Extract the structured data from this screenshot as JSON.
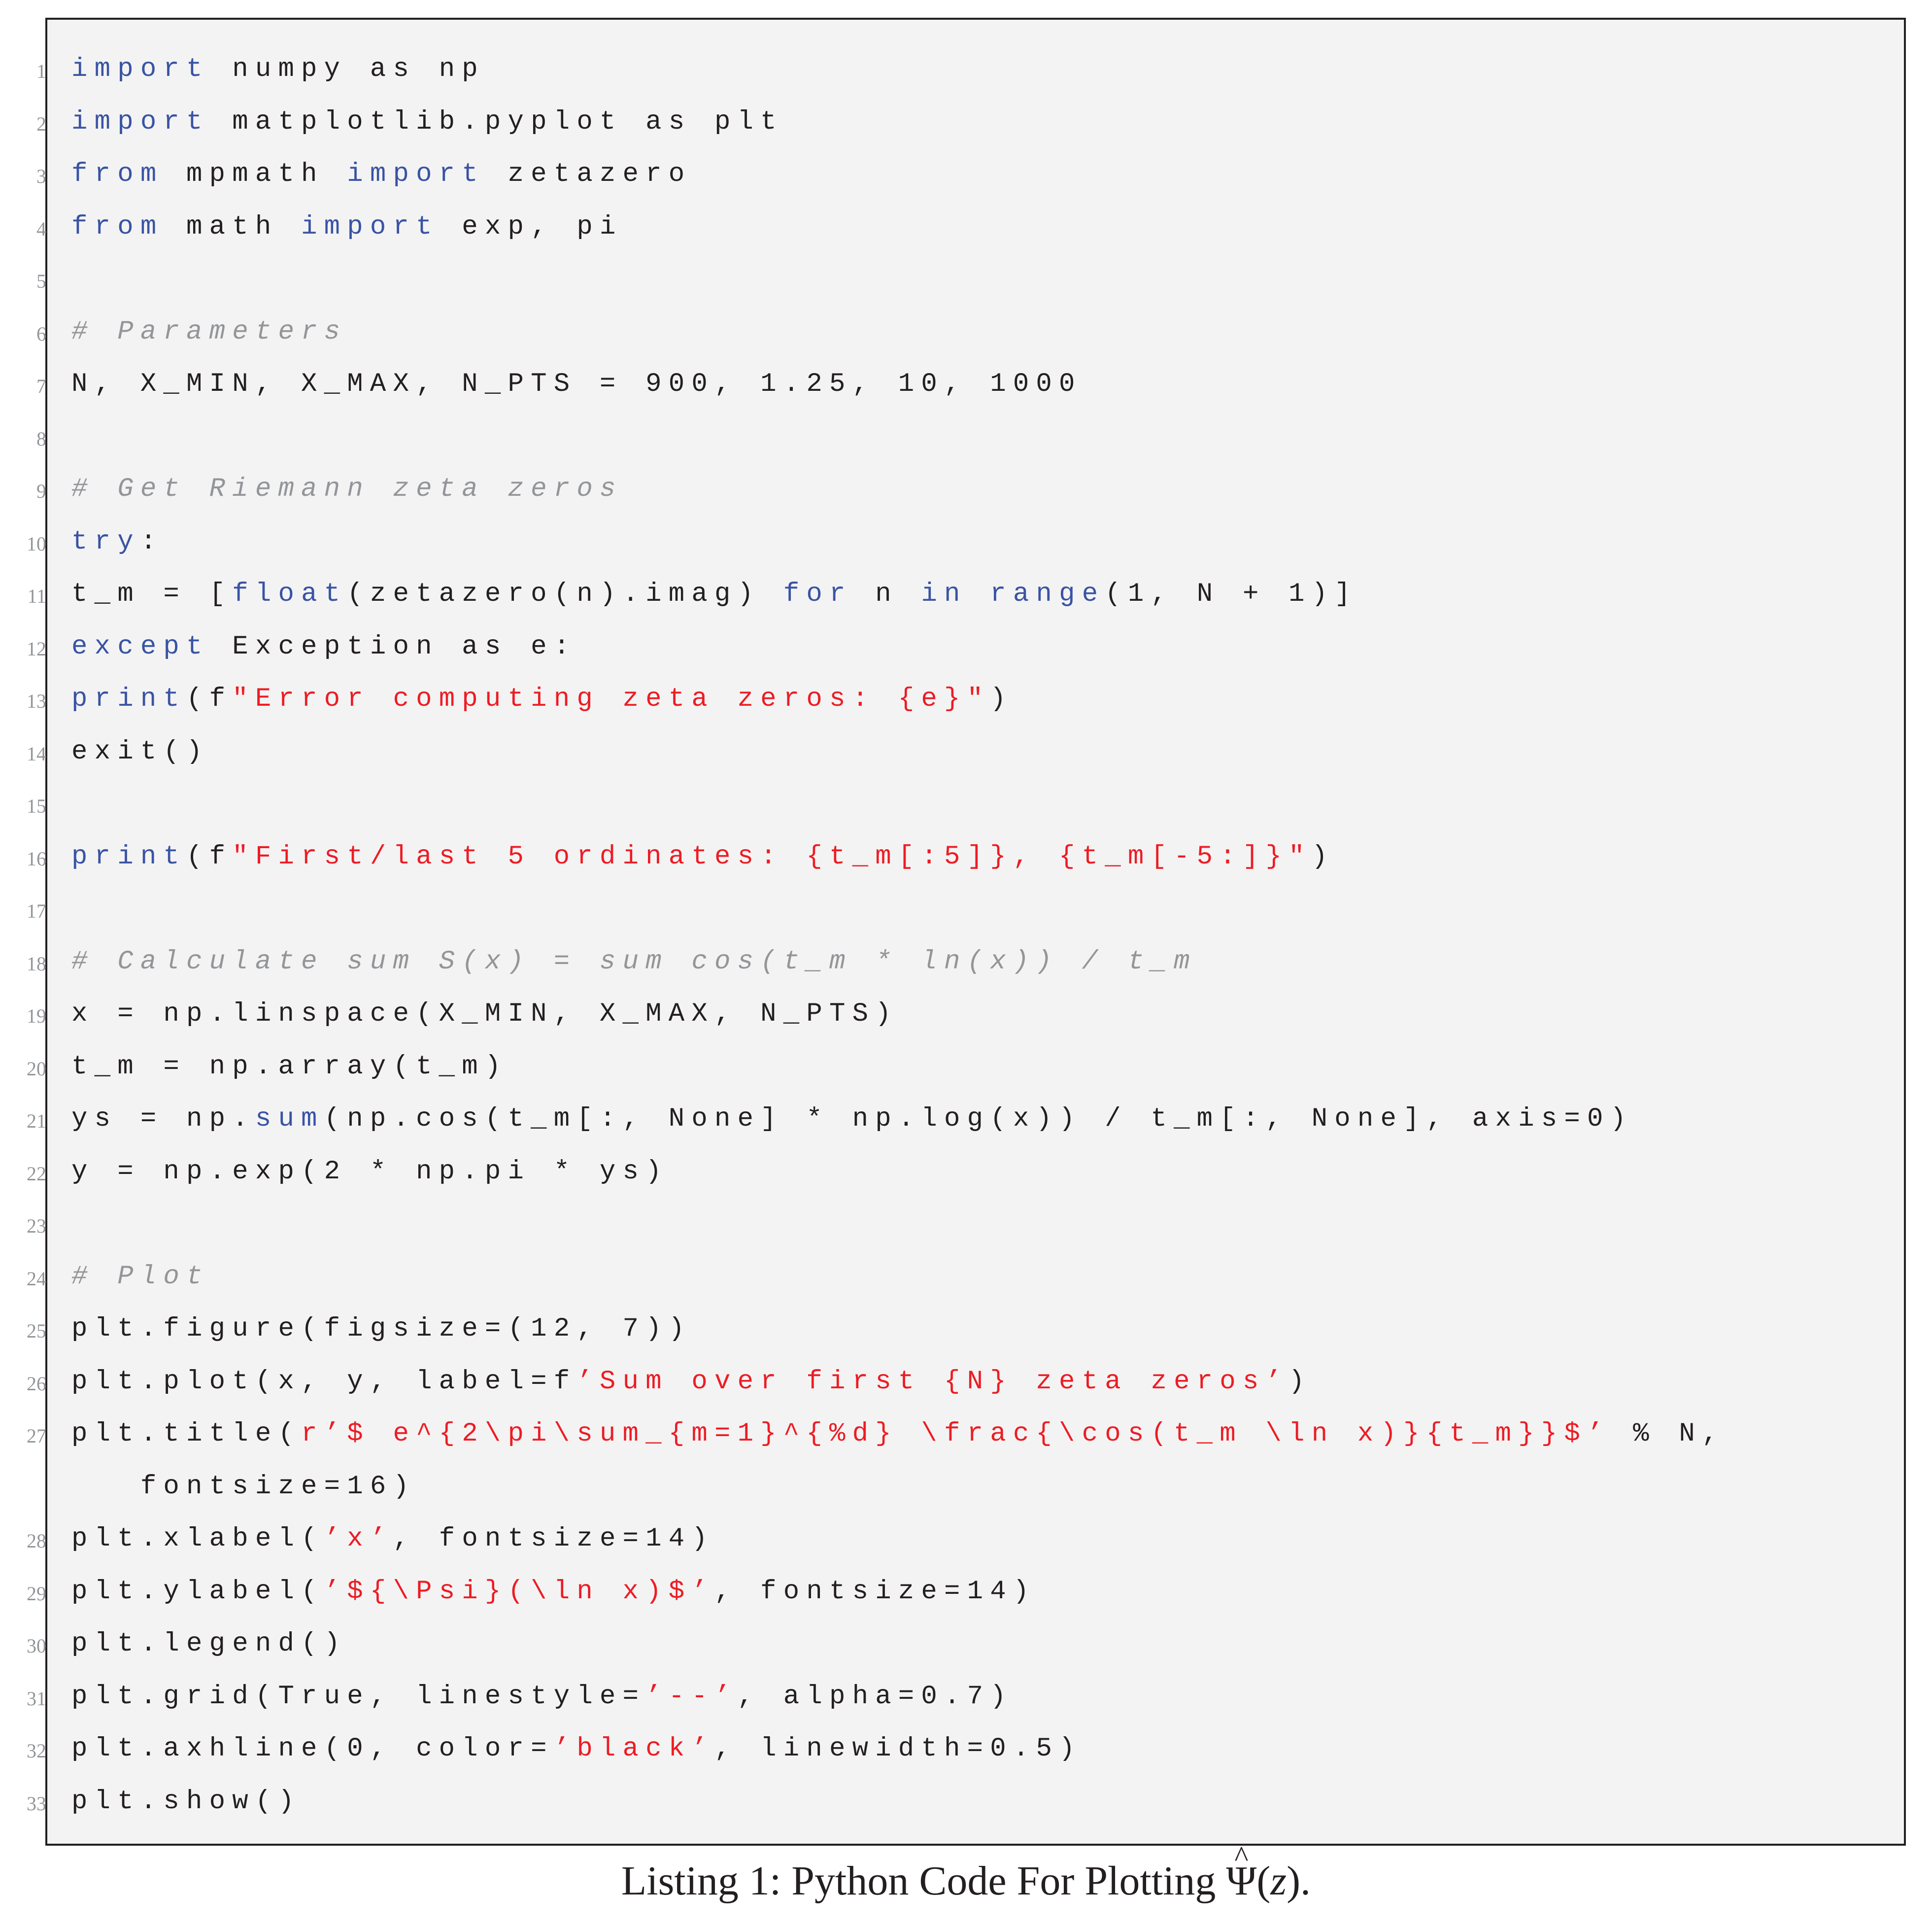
{
  "listing": {
    "colors": {
      "keyword": "#3953a4",
      "string": "#ed1c24",
      "comment": "#939598",
      "text": "#231f20",
      "background": "#f3f3f3",
      "line_number": "#939598"
    },
    "lines": [
      {
        "n": "1",
        "tokens": [
          [
            "kw",
            "import"
          ],
          [
            "plain",
            " numpy as np"
          ]
        ]
      },
      {
        "n": "2",
        "tokens": [
          [
            "kw",
            "import"
          ],
          [
            "plain",
            " matplotlib.pyplot as plt"
          ]
        ]
      },
      {
        "n": "3",
        "tokens": [
          [
            "kw",
            "from"
          ],
          [
            "plain",
            " mpmath "
          ],
          [
            "kw",
            "import"
          ],
          [
            "plain",
            " zetazero"
          ]
        ]
      },
      {
        "n": "4",
        "tokens": [
          [
            "kw",
            "from"
          ],
          [
            "plain",
            " math "
          ],
          [
            "kw",
            "import"
          ],
          [
            "plain",
            " exp, pi"
          ]
        ]
      },
      {
        "n": "5",
        "tokens": []
      },
      {
        "n": "6",
        "tokens": [
          [
            "com",
            "# Parameters"
          ]
        ]
      },
      {
        "n": "7",
        "tokens": [
          [
            "plain",
            "N, X_MIN, X_MAX, N_PTS = 900, 1.25, 10, 1000"
          ]
        ]
      },
      {
        "n": "8",
        "tokens": []
      },
      {
        "n": "9",
        "tokens": [
          [
            "com",
            "# Get Riemann zeta zeros"
          ]
        ]
      },
      {
        "n": "10",
        "tokens": [
          [
            "kw",
            "try"
          ],
          [
            "plain",
            ":"
          ]
        ]
      },
      {
        "n": "11",
        "tokens": [
          [
            "plain",
            "t_m = ["
          ],
          [
            "kw",
            "float"
          ],
          [
            "plain",
            "(zetazero(n).imag) "
          ],
          [
            "kw",
            "for"
          ],
          [
            "plain",
            " n "
          ],
          [
            "kw",
            "in"
          ],
          [
            "plain",
            " "
          ],
          [
            "kw",
            "range"
          ],
          [
            "plain",
            "(1, N + 1)]"
          ]
        ]
      },
      {
        "n": "12",
        "tokens": [
          [
            "kw",
            "except"
          ],
          [
            "plain",
            " Exception as e:"
          ]
        ]
      },
      {
        "n": "13",
        "tokens": [
          [
            "kw",
            "print"
          ],
          [
            "plain",
            "(f"
          ],
          [
            "str",
            "\"Error computing zeta zeros: {e}\""
          ],
          [
            "plain",
            ")"
          ]
        ]
      },
      {
        "n": "14",
        "tokens": [
          [
            "plain",
            "exit()"
          ]
        ]
      },
      {
        "n": "15",
        "tokens": []
      },
      {
        "n": "16",
        "tokens": [
          [
            "kw",
            "print"
          ],
          [
            "plain",
            "(f"
          ],
          [
            "str",
            "\"First/last 5 ordinates: {t_m[:5]}, {t_m[-5:]}\""
          ],
          [
            "plain",
            ")"
          ]
        ]
      },
      {
        "n": "17",
        "tokens": []
      },
      {
        "n": "18",
        "tokens": [
          [
            "com",
            "# Calculate sum S(x) = sum cos(t_m * ln(x)) / t_m"
          ]
        ]
      },
      {
        "n": "19",
        "tokens": [
          [
            "plain",
            "x = np.linspace(X_MIN, X_MAX, N_PTS)"
          ]
        ]
      },
      {
        "n": "20",
        "tokens": [
          [
            "plain",
            "t_m = np.array(t_m)"
          ]
        ]
      },
      {
        "n": "21",
        "tokens": [
          [
            "plain",
            "ys = np."
          ],
          [
            "kw",
            "sum"
          ],
          [
            "plain",
            "(np.cos(t_m[:, None] * np.log(x)) / t_m[:, None], axis=0)"
          ]
        ]
      },
      {
        "n": "22",
        "tokens": [
          [
            "plain",
            "y = np.exp(2 * np.pi * ys)"
          ]
        ]
      },
      {
        "n": "23",
        "tokens": []
      },
      {
        "n": "24",
        "tokens": [
          [
            "com",
            "# Plot"
          ]
        ]
      },
      {
        "n": "25",
        "tokens": [
          [
            "plain",
            "plt.figure(figsize=(12, 7))"
          ]
        ]
      },
      {
        "n": "26",
        "tokens": [
          [
            "plain",
            "plt.plot(x, y, label=f"
          ],
          [
            "str",
            "’Sum over first {N} zeta zeros’"
          ],
          [
            "plain",
            ")"
          ]
        ]
      },
      {
        "n": "27",
        "tokens": [
          [
            "plain",
            "plt.title("
          ],
          [
            "str",
            "r’$ e^{2\\pi\\sum_{m=1}^{%d} \\frac{\\cos(t_m \\ln x)}{t_m}}$’"
          ],
          [
            "plain",
            " % N,"
          ]
        ]
      },
      {
        "n": "",
        "tokens": [
          [
            "plain",
            "   fontsize=16)"
          ]
        ]
      },
      {
        "n": "28",
        "tokens": [
          [
            "plain",
            "plt.xlabel("
          ],
          [
            "str",
            "’x’"
          ],
          [
            "plain",
            ", fontsize=14)"
          ]
        ]
      },
      {
        "n": "29",
        "tokens": [
          [
            "plain",
            "plt.ylabel("
          ],
          [
            "str",
            "’${\\Psi}(\\ln x)$’"
          ],
          [
            "plain",
            ", fontsize=14)"
          ]
        ]
      },
      {
        "n": "30",
        "tokens": [
          [
            "plain",
            "plt.legend()"
          ]
        ]
      },
      {
        "n": "31",
        "tokens": [
          [
            "plain",
            "plt.grid(True, linestyle="
          ],
          [
            "str",
            "’--’"
          ],
          [
            "plain",
            ", alpha=0.7)"
          ]
        ]
      },
      {
        "n": "32",
        "tokens": [
          [
            "plain",
            "plt.axhline(0, color="
          ],
          [
            "str",
            "’black’"
          ],
          [
            "plain",
            ", linewidth=0.5)"
          ]
        ]
      },
      {
        "n": "33",
        "tokens": [
          [
            "plain",
            "plt.show()"
          ]
        ]
      }
    ]
  },
  "caption": {
    "prefix": "Listing 1: Python Code For Plotting ",
    "symbol": "Ψ",
    "hat": "^",
    "open_paren": "(",
    "variable": "z",
    "close": ")."
  }
}
